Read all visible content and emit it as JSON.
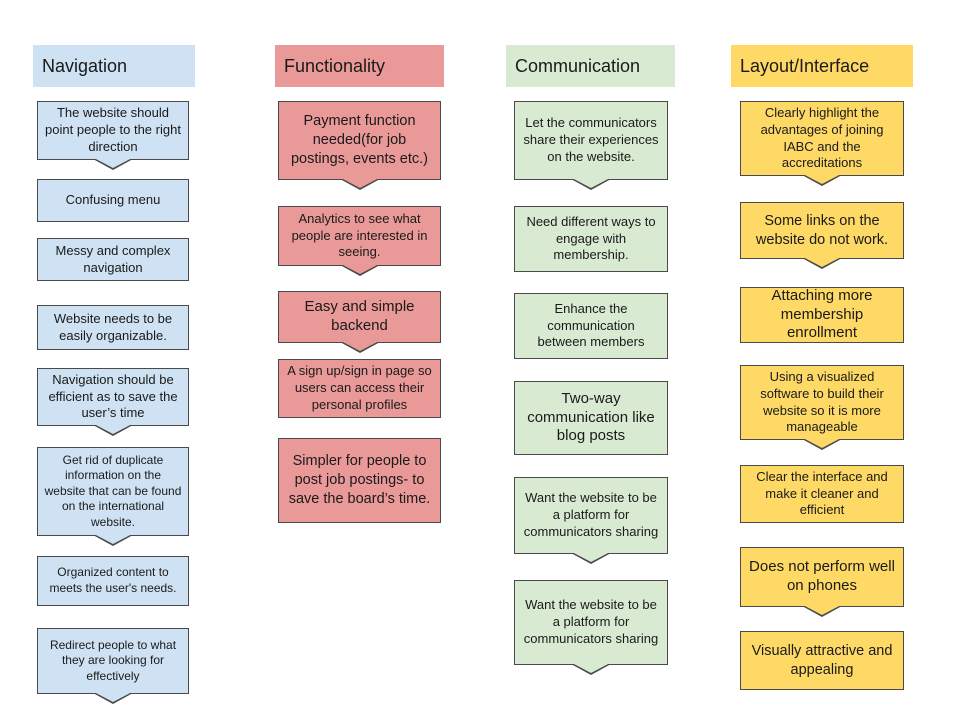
{
  "columns": [
    {
      "header": "Navigation",
      "notes": [
        "The website should point people to the right direction",
        "Confusing menu",
        "Messy and complex navigation",
        "Website needs to be easily organizable.",
        "Navigation should be efficient as to save the user’s time",
        "Get rid of duplicate information on the website that can be found on the international website.",
        "Organized content to meets the user's needs.",
        "Redirect people to what they are looking for effectively"
      ]
    },
    {
      "header": "Functionality",
      "notes": [
        "Payment function needed(for job postings, events etc.)",
        "Analytics to see what people are interested in seeing.",
        "Easy and simple backend",
        "A sign up/sign in page so users can access their personal profiles",
        "Simpler for people to post job postings- to save the board’s time."
      ]
    },
    {
      "header": "Communication",
      "notes": [
        "Let the communicators share their experiences on the website.",
        "Need different ways to engage with membership.",
        "Enhance the communication between members",
        "Two-way communication like blog posts",
        "Want the website to be a platform for communicators sharing",
        "Want the website to be a platform for communicators sharing"
      ]
    },
    {
      "header": "Layout/Interface",
      "notes": [
        "Clearly highlight the advantages of joining IABC and the accreditations",
        "Some links on the website do not work.",
        "Attaching more membership enrollment",
        "Using a visualized software to build their website so it is more manageable",
        "Clear the interface and make it cleaner and efficient",
        "Does not perform well on phones",
        "Visually attractive and appealing"
      ]
    }
  ],
  "colors": {
    "navigation": "#cfe2f3",
    "functionality": "#ea9999",
    "communication": "#d9ead3",
    "layout_interface": "#ffd966"
  }
}
